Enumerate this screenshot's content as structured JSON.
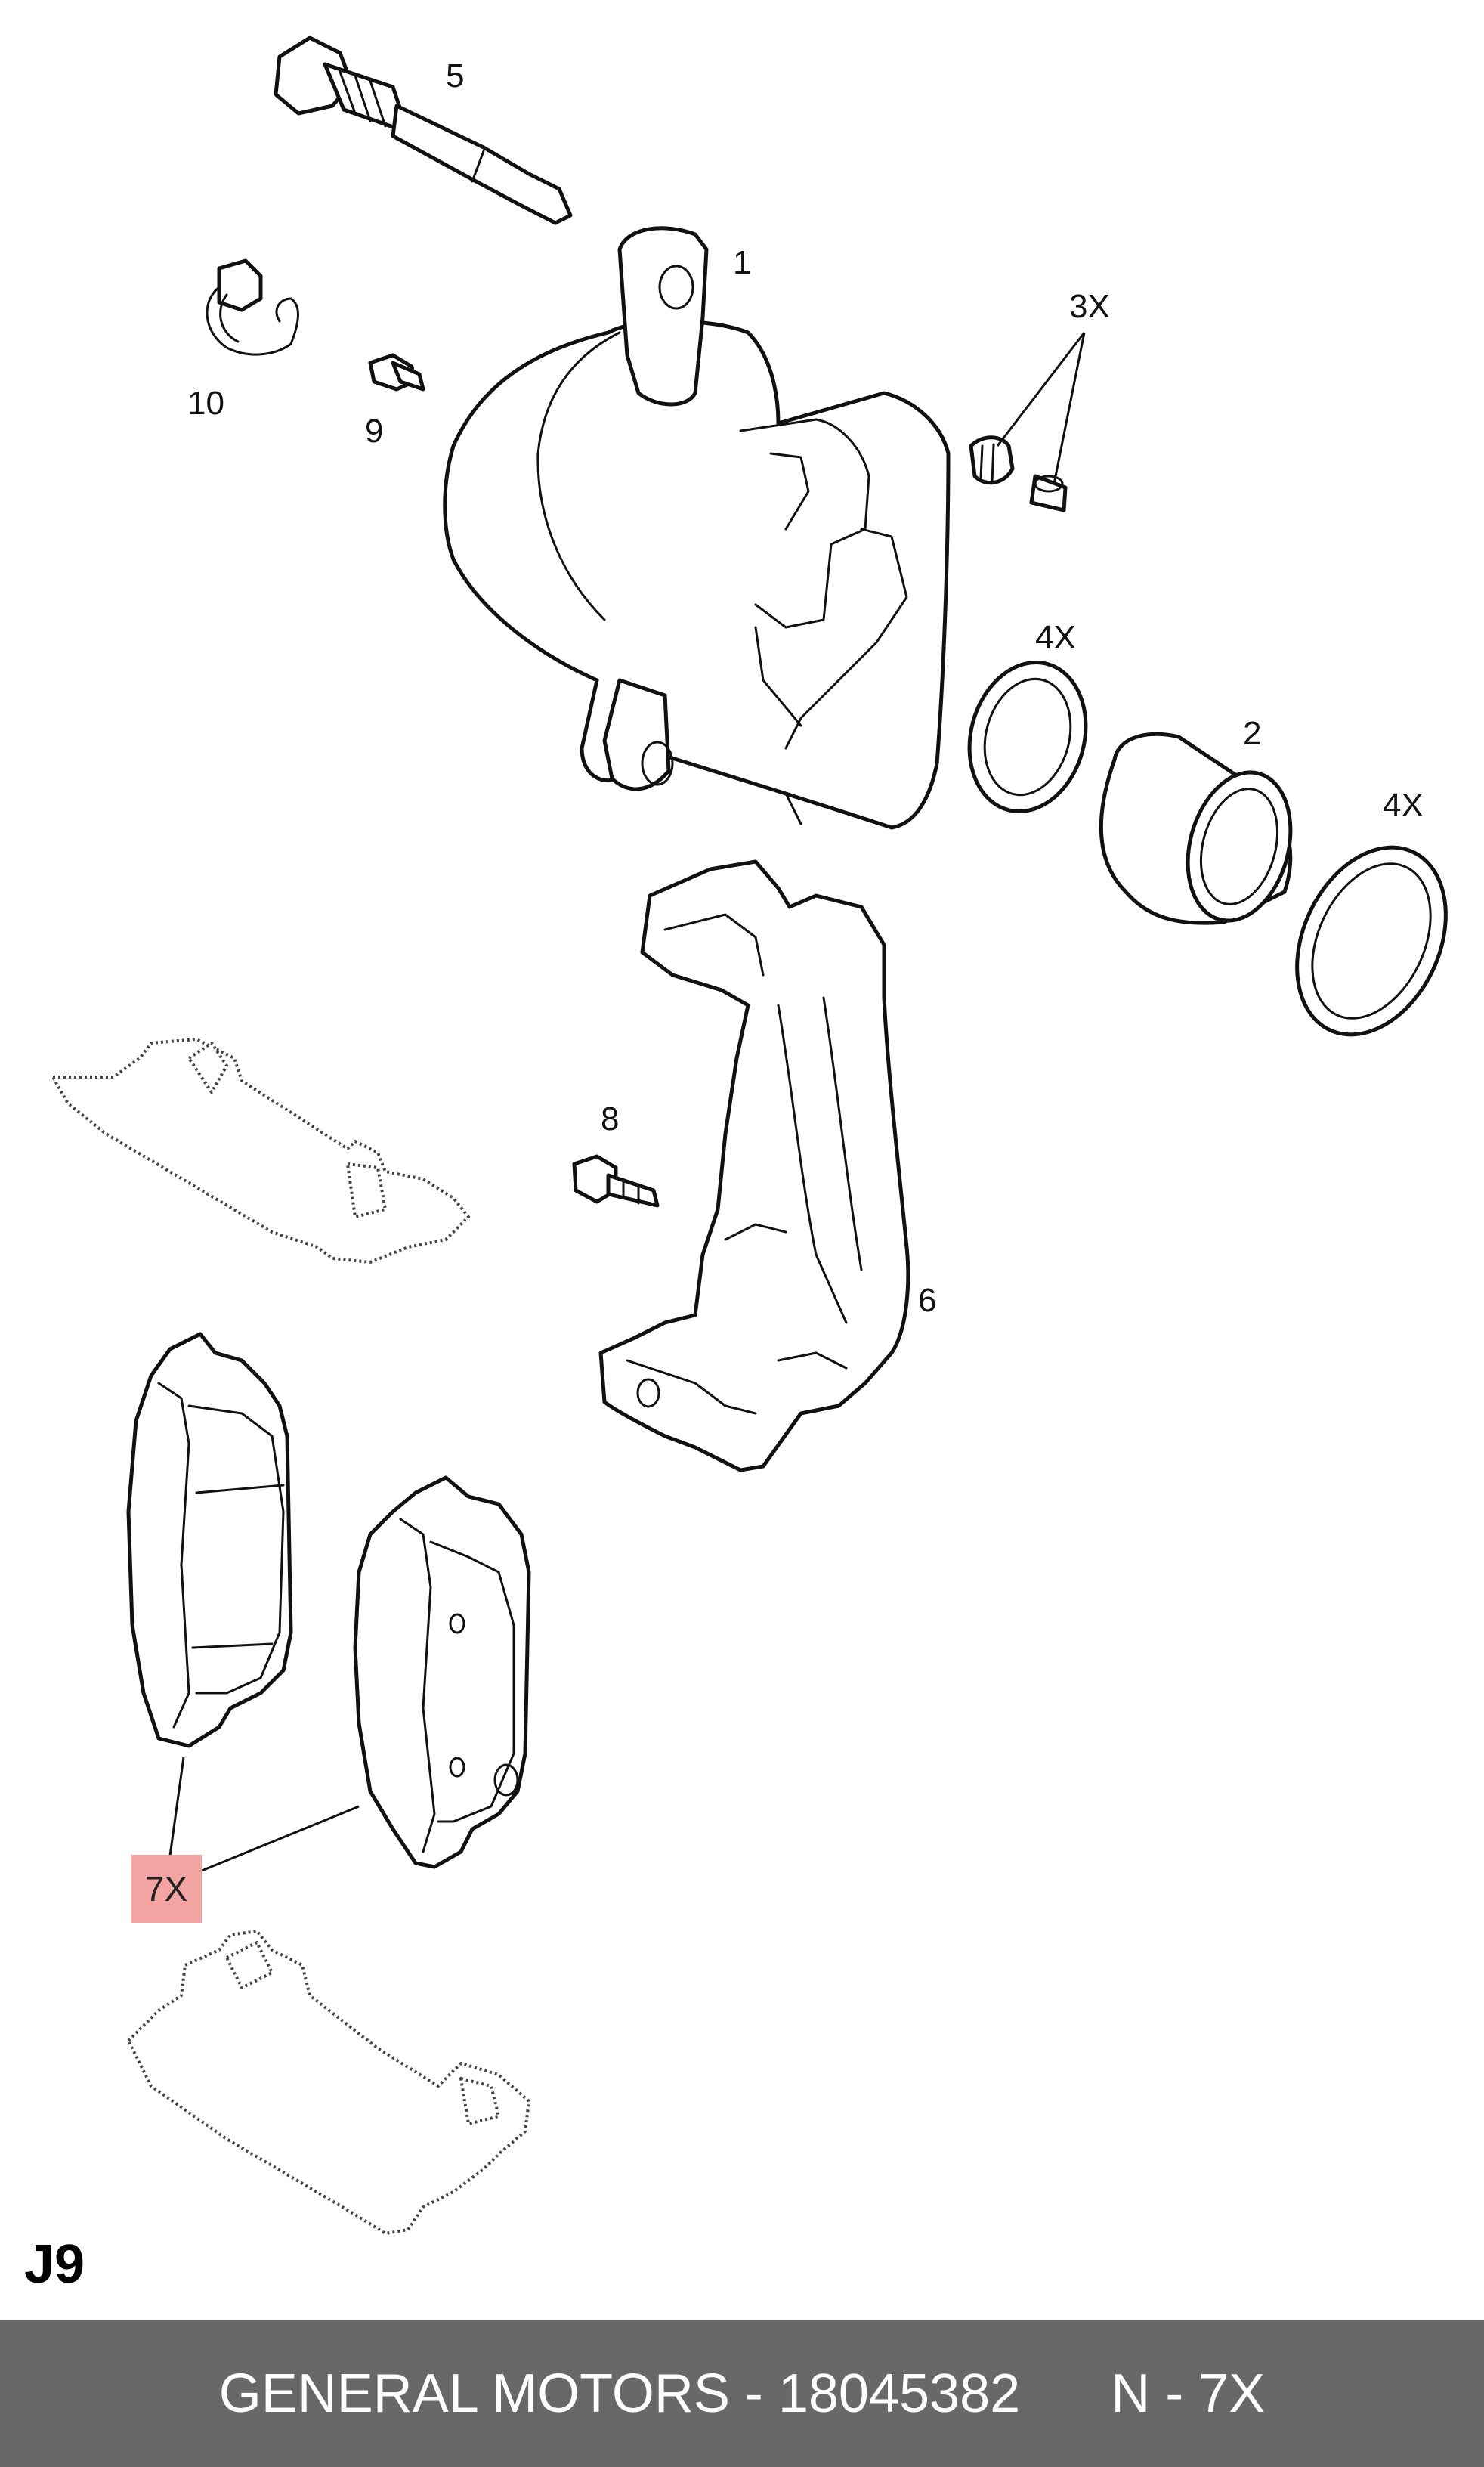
{
  "callouts": {
    "c1": "1",
    "c2": "2",
    "c3": "3X",
    "c4a": "4X",
    "c4b": "4X",
    "c5": "5",
    "c6": "6",
    "c7": "7X",
    "c8": "8",
    "c9": "9",
    "c10": "10"
  },
  "section_code": "J9",
  "footer": {
    "manufacturer_part": "GENERAL MOTORS - 18045382",
    "quantity": "N - 7X"
  },
  "colors": {
    "highlight": "#f4a3a3",
    "footer_bg": "#686868",
    "footer_text": "#ffffff"
  }
}
